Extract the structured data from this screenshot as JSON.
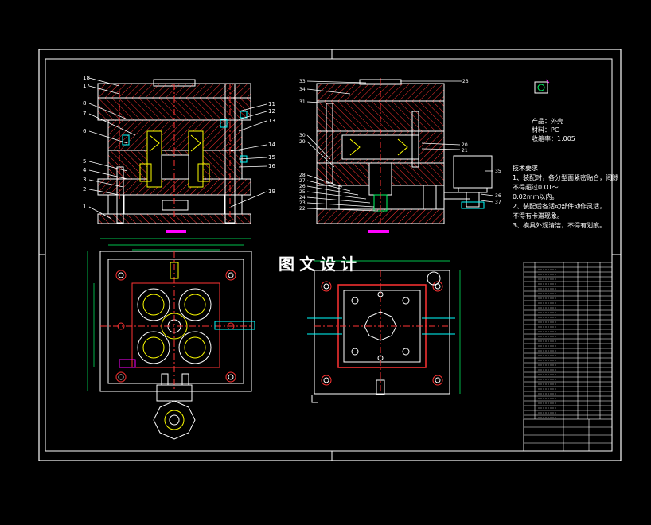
{
  "watermark": "图文设计",
  "spec": {
    "product": "产品：外壳",
    "material": "材料：PC",
    "shrink": "收缩率：1.005"
  },
  "notes": {
    "title": "技术要求",
    "line1": "1、装配时，各分型面紧密贴合，间隙",
    "line2": "不得超过0.01～",
    "line3": "0.02mm以内。",
    "line4": "2、装配后各活动部件动作灵活，",
    "line5": "不得有卡滞现象。",
    "line6": "3、模具外观清洁，不得有划痕。"
  },
  "colors": {
    "frame": "#ffffff",
    "hatch": "#ff3333",
    "part": "#ffff00",
    "cyan": "#00ffff",
    "green": "#00ff66",
    "magenta": "#ff00ff",
    "body": "#000000"
  },
  "labels_left": [
    "18",
    "17",
    "8",
    "7",
    "6",
    "5",
    "4",
    "3",
    "2",
    "1"
  ],
  "labels_left_right": [
    "11",
    "12",
    "13",
    "14",
    "15",
    "16",
    "19"
  ],
  "labels_mid_left": [
    "33",
    "34",
    "31",
    "30",
    "29",
    "28",
    "27",
    "26",
    "25",
    "24",
    "23",
    "22"
  ],
  "labels_mid_right": [
    "23",
    "20",
    "21",
    "35",
    "36",
    "37"
  ]
}
